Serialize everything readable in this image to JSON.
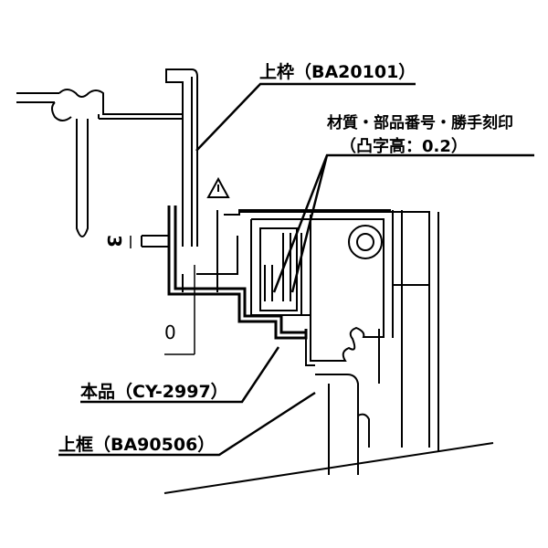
{
  "labels": {
    "upper_frame": "上枠（BA20101）",
    "marking_title": "材質・部品番号・勝手刻印",
    "marking_sub": "（凸字高：0.2）",
    "product": "本品（CY-2997）",
    "upper_sash": "上框（BA90506）"
  },
  "dimensions": {
    "three": "3",
    "zero": "0"
  },
  "symbols": {
    "warning": "warning-triangle-icon"
  }
}
